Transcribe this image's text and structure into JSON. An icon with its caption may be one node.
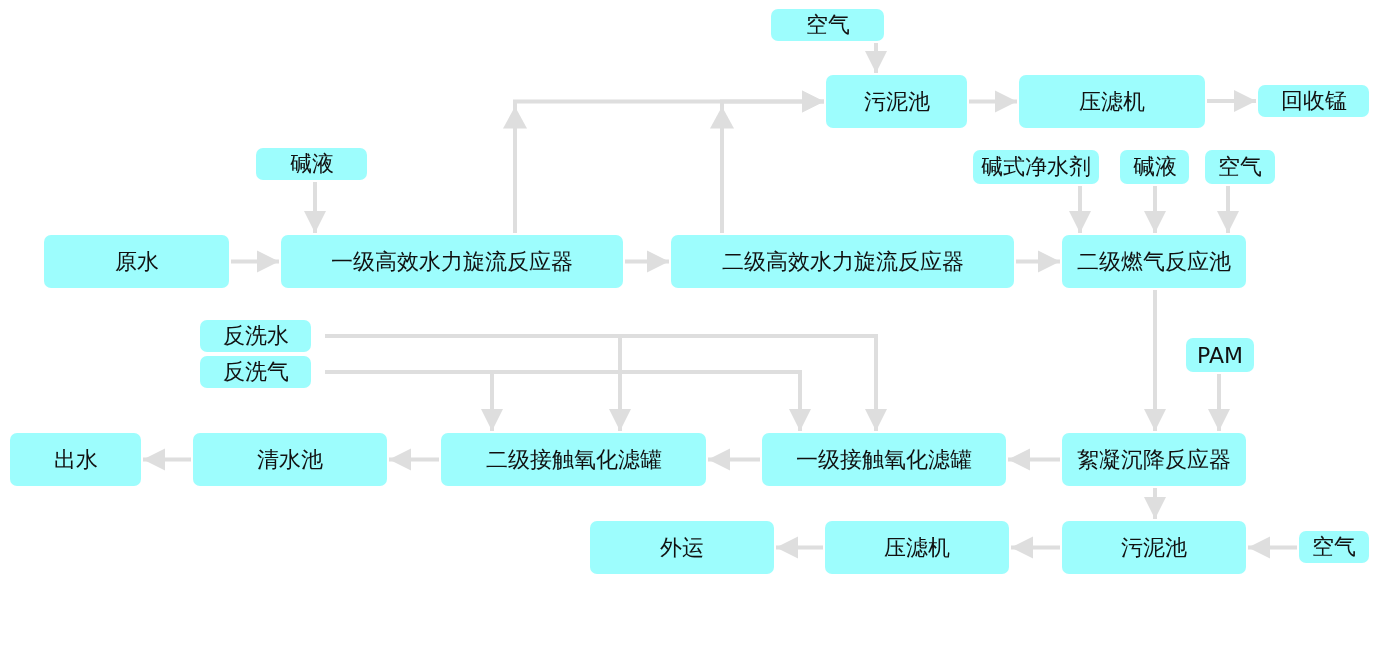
{
  "diagram": {
    "nodes": [
      {
        "text": [
          "空气"
        ]
      },
      {
        "text": [
          "污泥池"
        ]
      },
      {
        "text": [
          "压滤机"
        ]
      },
      {
        "text": [
          "回收锰"
        ]
      },
      {
        "text": [
          "碱液"
        ]
      },
      {
        "text": [
          "原水"
        ]
      },
      {
        "text": [
          "一级高效水力旋流反应器"
        ]
      },
      {
        "text": [
          "二级高效水力旋流反应器"
        ]
      },
      {
        "text": [
          "碱式净水剂"
        ]
      },
      {
        "text": [
          "碱液"
        ]
      },
      {
        "text": [
          "空气"
        ]
      },
      {
        "text": [
          "二级燃气反应池"
        ]
      },
      {
        "text": [
          "反洗水"
        ]
      },
      {
        "text": [
          "反洗气"
        ]
      },
      {
        "text": [
          "PAM"
        ]
      },
      {
        "text": [
          "出水"
        ]
      },
      {
        "text": [
          "清水池"
        ]
      },
      {
        "text": [
          "二级接触氧化滤罐"
        ]
      },
      {
        "text": [
          "一级接触氧化滤罐"
        ]
      },
      {
        "text": [
          "絮凝沉降反应器"
        ]
      },
      {
        "text": [
          "外运"
        ]
      },
      {
        "text": [
          "压滤机"
        ]
      },
      {
        "text": [
          "污泥池"
        ]
      },
      {
        "text": [
          "空气"
        ]
      }
    ],
    "edges": [
      {
        "from": 0,
        "to": 1,
        "arrow": "to"
      },
      {
        "from": 1,
        "to": 2,
        "arrow": "to"
      },
      {
        "from": 2,
        "to": 3,
        "arrow": "to"
      },
      {
        "from": 4,
        "to": 6,
        "arrow": "to"
      },
      {
        "from": 6,
        "to": 1,
        "arrow": "to"
      },
      {
        "from": 7,
        "to": 1,
        "arrow": "to"
      },
      {
        "from": 5,
        "to": 6,
        "arrow": "to"
      },
      {
        "from": 6,
        "to": 7,
        "arrow": "to"
      },
      {
        "from": 7,
        "to": 11,
        "arrow": "to"
      },
      {
        "from": 8,
        "to": 11,
        "arrow": "to"
      },
      {
        "from": 9,
        "to": 11,
        "arrow": "to"
      },
      {
        "from": 10,
        "to": 11,
        "arrow": "to"
      },
      {
        "from": 11,
        "to": 19,
        "arrow": "to"
      },
      {
        "from": 14,
        "to": 19,
        "arrow": "to"
      },
      {
        "from": 12,
        "to": 17,
        "arrow": "to"
      },
      {
        "from": 12,
        "to": 18,
        "arrow": "to"
      },
      {
        "from": 13,
        "to": 17,
        "arrow": "to"
      },
      {
        "from": 13,
        "to": 18,
        "arrow": "to"
      },
      {
        "from": 19,
        "to": 18,
        "arrow": "to"
      },
      {
        "from": 18,
        "to": 17,
        "arrow": "to"
      },
      {
        "from": 17,
        "to": 16,
        "arrow": "to"
      },
      {
        "from": 16,
        "to": 15,
        "arrow": "to"
      },
      {
        "from": 19,
        "to": 22,
        "arrow": "to"
      },
      {
        "from": 22,
        "to": 21,
        "arrow": "to"
      },
      {
        "from": 21,
        "to": 20,
        "arrow": "to"
      },
      {
        "from": 23,
        "to": 22,
        "arrow": "to"
      }
    ]
  }
}
